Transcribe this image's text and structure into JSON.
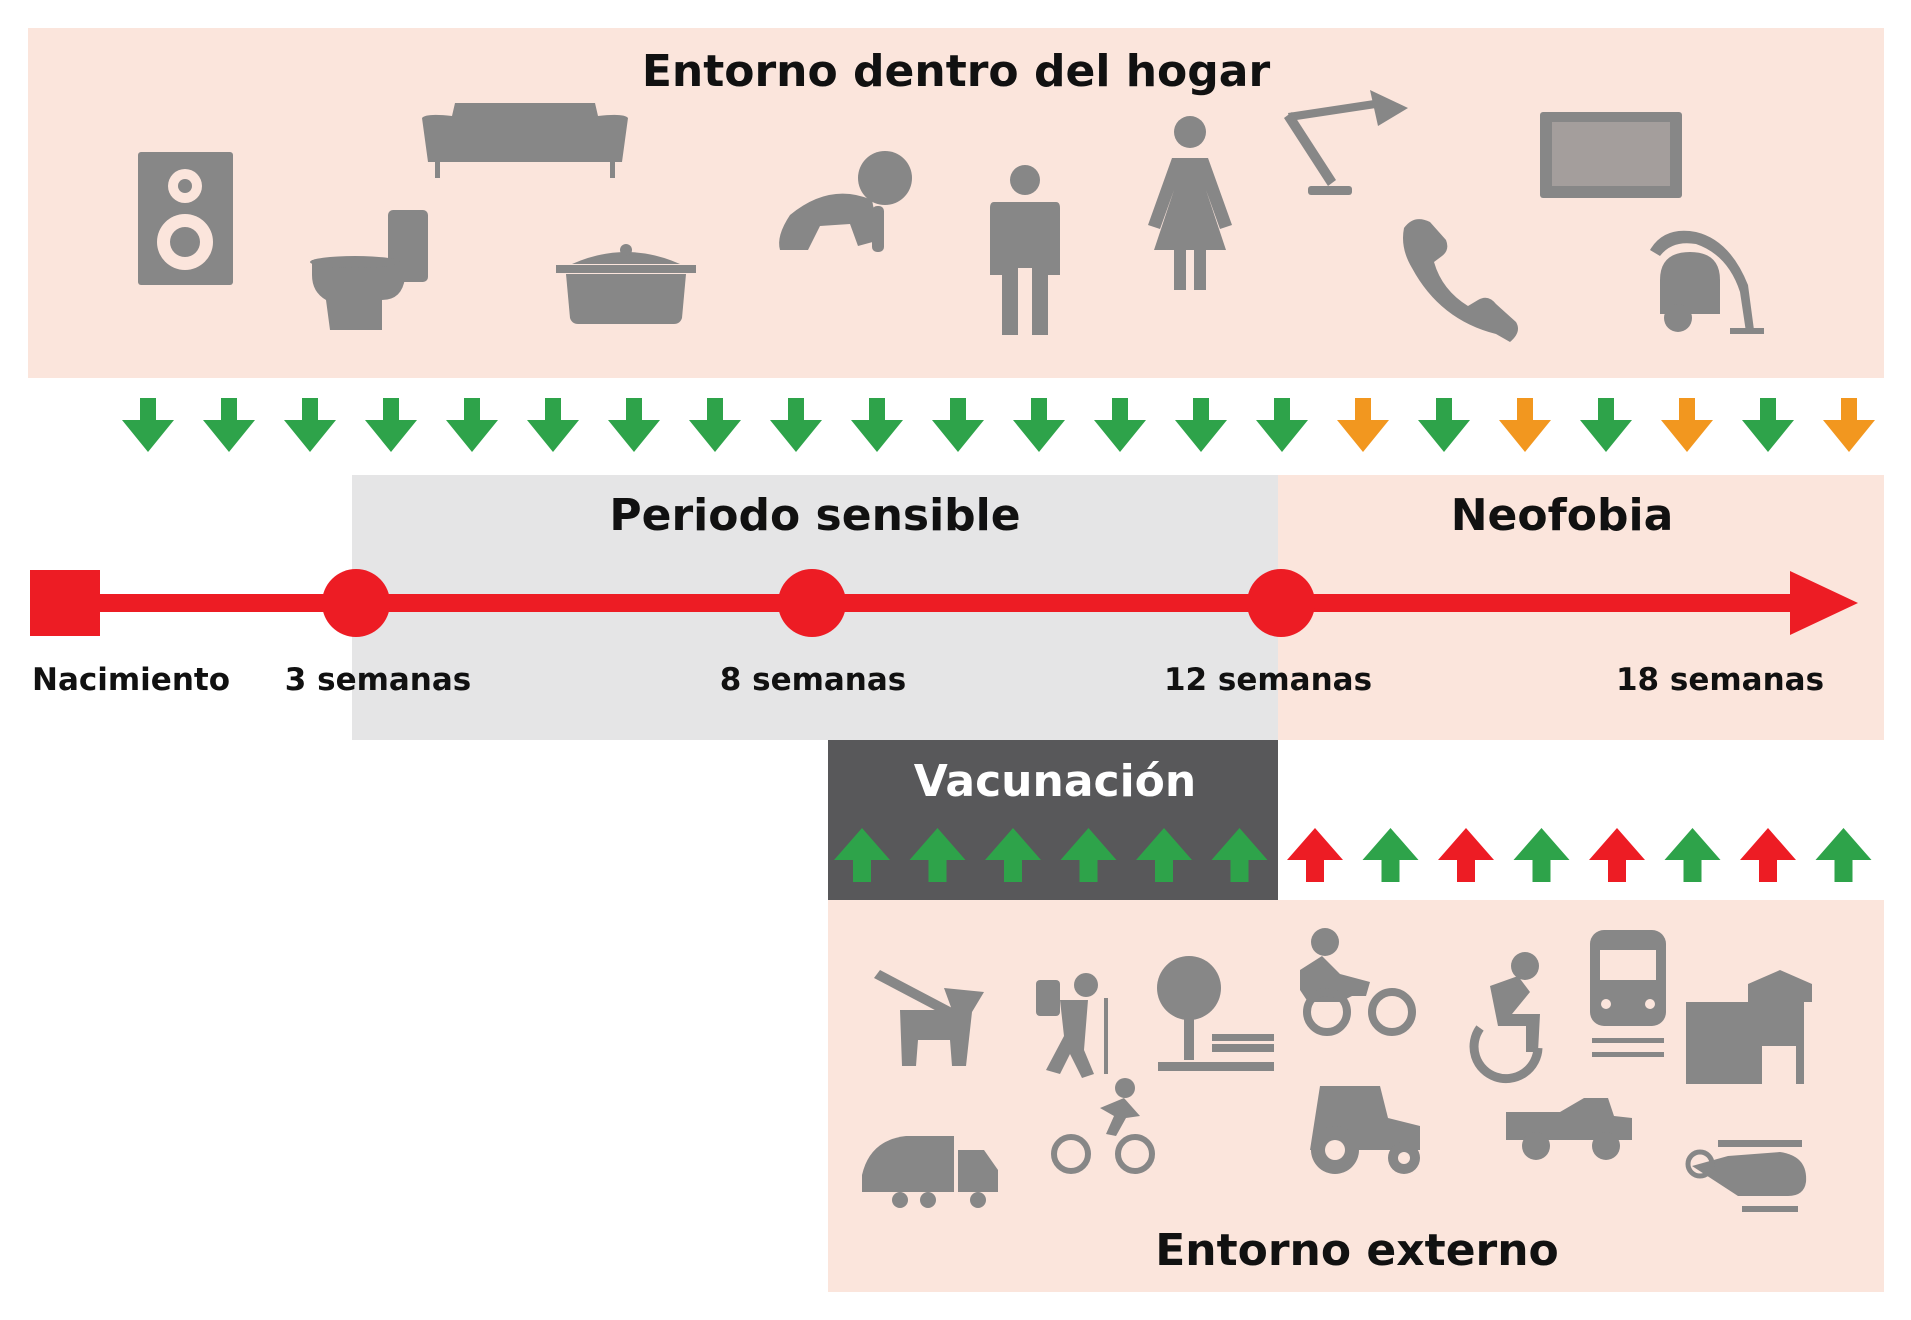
{
  "home_environment": {
    "title": "Entorno dentro del hogar",
    "icons": [
      "speaker-icon",
      "toilet-icon",
      "sofa-icon",
      "cooking-pot-icon",
      "crawling-baby-icon",
      "man-icon",
      "woman-icon",
      "desk-lamp-icon",
      "telephone-icon",
      "television-icon",
      "vacuum-cleaner-icon"
    ]
  },
  "downward_arrows": [
    "green",
    "green",
    "green",
    "green",
    "green",
    "green",
    "green",
    "green",
    "green",
    "green",
    "green",
    "green",
    "green",
    "green",
    "green",
    "orange",
    "green",
    "orange",
    "green",
    "orange",
    "green",
    "orange"
  ],
  "periods": {
    "sensitive": "Periodo sensible",
    "neophobia": "Neofobia",
    "vaccination": "Vacunación"
  },
  "timeline": {
    "milestones": [
      {
        "label": "Nacimiento",
        "marker": "square"
      },
      {
        "label": "3 semanas",
        "marker": "circle"
      },
      {
        "label": "8 semanas",
        "marker": "circle"
      },
      {
        "label": "12 semanas",
        "marker": "circle"
      },
      {
        "label": "18 semanas",
        "marker": "arrowhead"
      }
    ]
  },
  "upward_arrows": [
    "green",
    "green",
    "green",
    "green",
    "green",
    "green",
    "red",
    "green",
    "red",
    "green",
    "red",
    "green",
    "red",
    "green"
  ],
  "external_environment": {
    "title": "Entorno externo",
    "icons": [
      "dog-on-leash-icon",
      "hiker-icon",
      "park-tree-bench-icon",
      "motorcycle-icon",
      "wheelchair-icon",
      "train-icon",
      "school-building-icon",
      "garbage-truck-icon",
      "cyclist-icon",
      "tractor-icon",
      "jeep-icon",
      "helicopter-icon"
    ]
  },
  "colors": {
    "panel_peach": "#fbe5dc",
    "panel_gray": "#e5e5e6",
    "vaccination_dark": "#58585a",
    "timeline_red": "#ed1c24",
    "arrow_green": "#2ea34a",
    "arrow_orange": "#f2971f",
    "icon_gray": "#878787"
  }
}
